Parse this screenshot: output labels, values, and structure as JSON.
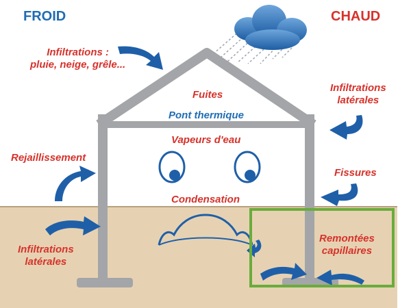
{
  "headers": {
    "cold": "FROID",
    "hot": "CHAUD"
  },
  "labels": {
    "infiltrations_top_line1": "Infiltrations :",
    "infiltrations_top_line2": "pluie, neige, grêle...",
    "fuites": "Fuites",
    "pont_thermique": "Pont thermique",
    "vapeurs": "Vapeurs d'eau",
    "condensation": "Condensation",
    "rejaillissement": "Rejaillissement",
    "infiltrations_left_line1": "Infiltrations",
    "infiltrations_left_line2": "latérales",
    "infiltrations_right_line1": "Infiltrations",
    "infiltrations_right_line2": "latérales",
    "fissures": "Fissures",
    "remontees_line1": "Remontées",
    "remontees_line2": "capillaires"
  },
  "colors": {
    "text_red": "#d6322b",
    "text_blue": "#1f6db3",
    "arrow_blue": "#1f5fa8",
    "house_gray": "#a3a5a8",
    "ground": "#e6d2b2",
    "ground_line": "#b59f7e",
    "cloud": "#2c73b9",
    "highlight_green": "#6aac3c"
  }
}
